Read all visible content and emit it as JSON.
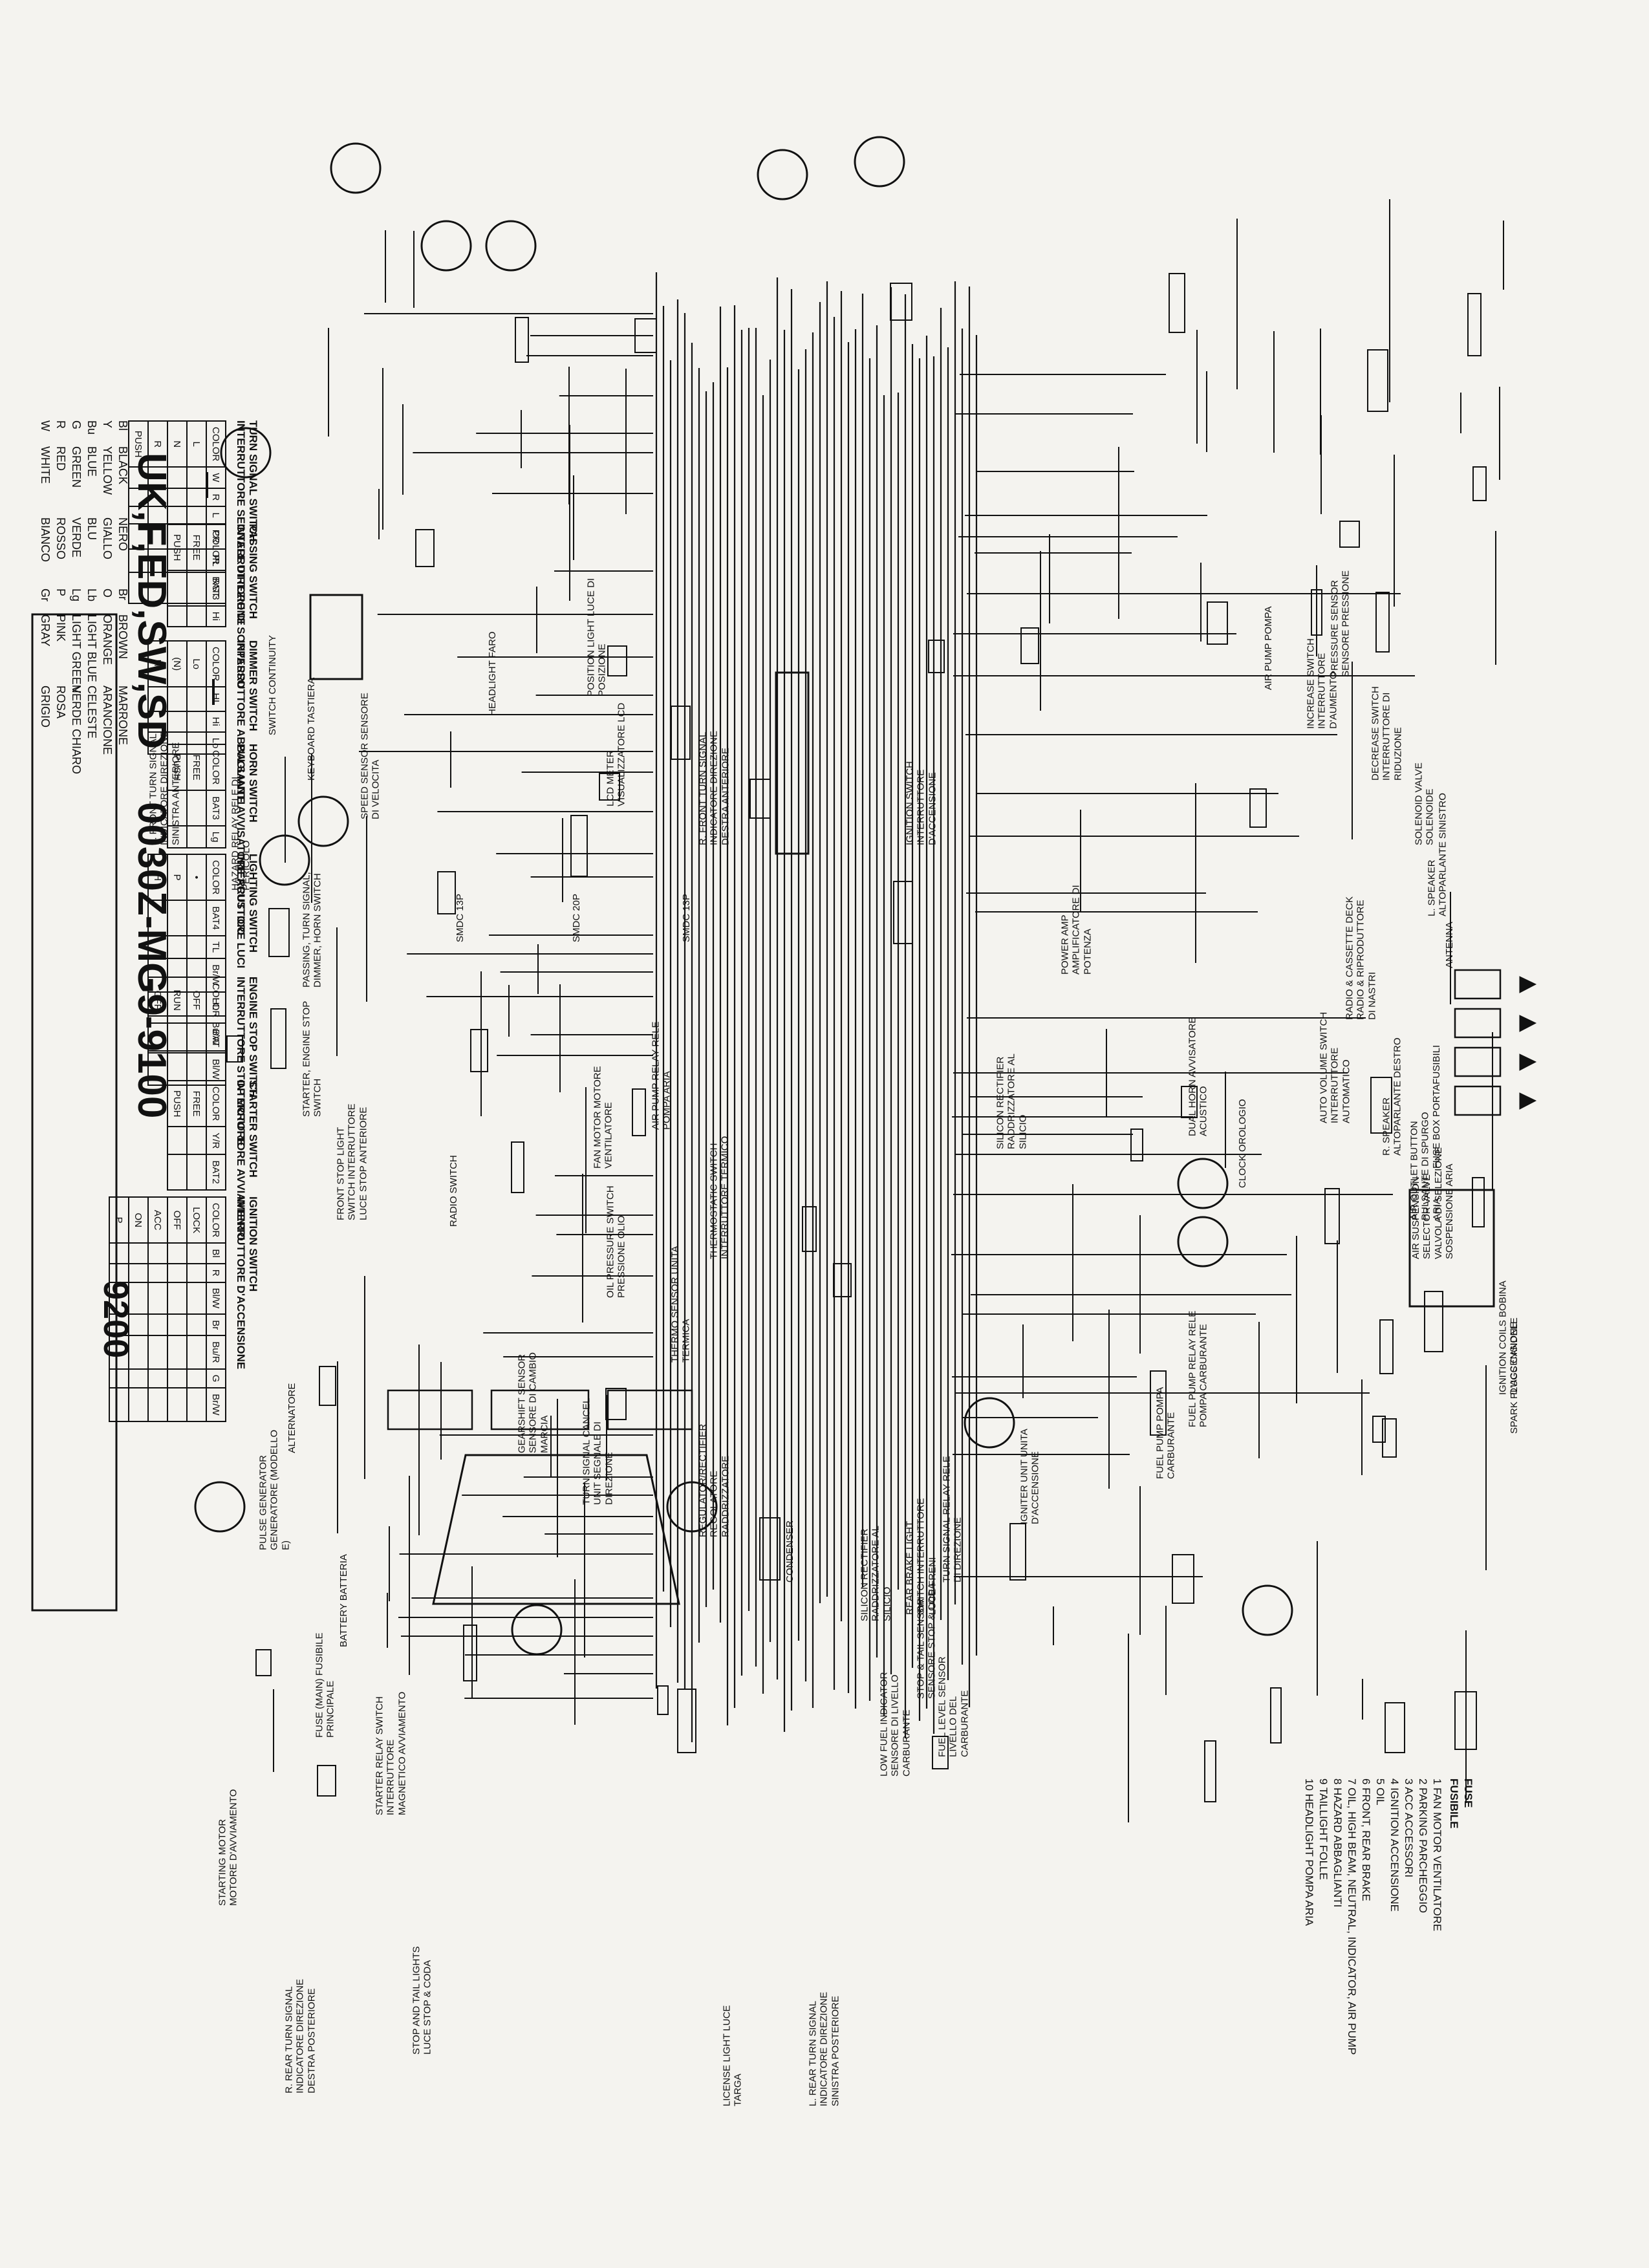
{
  "title": {
    "model": "UK,F,ED,SW,SD",
    "code": "0030Z-MG9-9100",
    "code2": "9200"
  },
  "color_legend": [
    {
      "code": "Bl",
      "en": "BLACK",
      "it": "NERO"
    },
    {
      "code": "Y",
      "en": "YELLOW",
      "it": "GIALLO"
    },
    {
      "code": "Bu",
      "en": "BLUE",
      "it": "BLU"
    },
    {
      "code": "G",
      "en": "GREEN",
      "it": "VERDE"
    },
    {
      "code": "R",
      "en": "RED",
      "it": "ROSSO"
    },
    {
      "code": "W",
      "en": "WHITE",
      "it": "BIANCO"
    },
    {
      "code": "Br",
      "en": "BROWN",
      "it": "MARRONE"
    },
    {
      "code": "O",
      "en": "ORANGE",
      "it": "ARANCIONE"
    },
    {
      "code": "Lb",
      "en": "LIGHT BLUE",
      "it": "CELESTE"
    },
    {
      "code": "Lg",
      "en": "LIGHT GREEN",
      "it": "VERDE CHIARO"
    },
    {
      "code": "P",
      "en": "PINK",
      "it": "ROSA"
    },
    {
      "code": "Gr",
      "en": "GRAY",
      "it": "GRIGIO"
    }
  ],
  "fuses": {
    "header_en": "FUSE",
    "header_it": "FUSIBILE",
    "items": [
      "1 FAN MOTOR  VENTILATORE",
      "2 PARKING  PARCHEGGIO",
      "3 ACC  ACCESSORI",
      "4 IGNITION  ACCENSIONE",
      "5 OIL",
      "6 FRONT, REAR BRAKE",
      "7 OIL, HIGH BEAM, NEUTRAL, INDICATOR, AIR PUMP",
      "8 HAZARD  ABBAGLIANTI",
      "9 TAILLIGHT  FOLLE",
      "10 HEADLIGHT  POMPA ARIA"
    ]
  },
  "switch_tables": [
    {
      "title_en": "IGNITION SWITCH",
      "title_it": "INTERRUTTORE D'ACCENSIONE",
      "rows": [
        [
          "COLOR",
          "Bl",
          "R",
          "Bl/W",
          "Br",
          "Bu/R",
          "G",
          "Br/W"
        ],
        [
          "LOCK",
          "",
          "",
          "",
          "",
          "",
          "",
          ""
        ],
        [
          "OFF",
          "",
          "",
          "",
          "",
          "",
          "",
          ""
        ],
        [
          "ACC",
          "",
          "",
          "",
          "",
          "",
          "",
          ""
        ],
        [
          "ON",
          "",
          "",
          "",
          "",
          "",
          "",
          ""
        ],
        [
          "P",
          "",
          "",
          "",
          "",
          "",
          "",
          ""
        ]
      ]
    },
    {
      "title_en": "STARTER SWITCH",
      "title_it": "INTERRUTTORE AVVIAMENTO",
      "rows": [
        [
          "COLOR",
          "Y/R",
          "BAT2"
        ],
        [
          "FREE",
          "",
          ""
        ],
        [
          "PUSH",
          "",
          ""
        ]
      ]
    },
    {
      "title_en": "ENGINE STOP SWITCH",
      "title_it": "INTERRUTTORE STOP MOTORE",
      "rows": [
        [
          "COLOR",
          "BAT",
          "Bl/W"
        ],
        [
          "OFF",
          "",
          ""
        ],
        [
          "RUN",
          "",
          ""
        ],
        [
          "OFF",
          "",
          ""
        ]
      ]
    },
    {
      "title_en": "LIGHTING SWITCH",
      "title_it": "INTERRUTTORE LUCI",
      "rows": [
        [
          "COLOR",
          "BAT4",
          "TL",
          "Br/W",
          "HL",
          "Bu/W"
        ],
        [
          "•",
          "",
          "",
          "",
          "",
          ""
        ],
        [
          "P",
          "",
          "",
          "",
          "",
          ""
        ],
        [
          "H",
          "",
          "",
          "",
          "",
          ""
        ]
      ]
    },
    {
      "title_en": "HORN SWITCH",
      "title_it": "PULSANTE AVVISATORE ACUSTICO",
      "rows": [
        [
          "COLOR",
          "BAT3",
          "Lg"
        ],
        [
          "FREE",
          "",
          ""
        ],
        [
          "PUSH",
          "",
          ""
        ]
      ]
    },
    {
      "title_en": "DIMMER SWITCH",
      "title_it": "INTERRUTTORE ABBAGLIANTI",
      "rows": [
        [
          "COLOR",
          "HL",
          "Hi",
          "Lo"
        ],
        [
          "Lo",
          "",
          "",
          ""
        ],
        [
          "(N)",
          "",
          "",
          ""
        ],
        [
          "Hi",
          "",
          "",
          ""
        ]
      ]
    },
    {
      "title_en": "PASSING SWITCH",
      "title_it": "INTERRUTTORE DI SORPASSO",
      "rows": [
        [
          "COLOR",
          "BAT3",
          "Hi"
        ],
        [
          "FREE",
          "",
          ""
        ],
        [
          "PUSH",
          "",
          ""
        ]
      ]
    },
    {
      "title_en": "TURN SIGNAL SWITCH",
      "title_it": "INTERRUTTORE SEGNALE DIREZIONE",
      "rows": [
        [
          "COLOR",
          "W",
          "R",
          "L",
          "PR",
          "PL",
          "RST"
        ],
        [
          "L",
          "",
          "",
          "",
          "",
          "",
          ""
        ],
        [
          "N",
          "",
          "",
          "",
          "",
          "",
          ""
        ],
        [
          "R",
          "",
          "",
          "",
          "",
          "",
          ""
        ],
        [
          "PUSH",
          "",
          "",
          "",
          "",
          "",
          ""
        ]
      ]
    }
  ],
  "components": {
    "lcd_meter": "LCD METER  VISUALIZZATORE LCD",
    "smdc13p_a": "SMDC 13P",
    "smdc20p": "SMDC 20P",
    "smdc13p_b": "SMDC 13P",
    "front_turn_l": "L. FRONT TURN SIGNAL  INDICATORE DIREZIONE SINISTRA ANTERIORE",
    "front_turn_r": "R. FRONT TURN SIGNAL  INDICATORE DIREZIONE DESTRA ANTERIORE",
    "headlight": "HEADLIGHT  FARO",
    "position_light": "POSITION LIGHT  LUCE DI POSIZIONE",
    "keyboard": "KEYBOARD  TASTIERA",
    "speed_sensor": "SPEED SENSOR  SENSORE DI VELOCITA",
    "switch_continuity": "SWITCH CONTINUITY",
    "hazard_relay": "HAZARD RELAY  RELE DI PERICOLO",
    "passing_relay": "PASSING, TURN SIGNAL, DIMMER, HORN SWITCH",
    "starter_engine_stop": "STARTER, ENGINE STOP SWITCH",
    "front_stop_switch": "FRONT STOP LIGHT SWITCH  INTERRUTTORE LUCE STOP ANTERIORE",
    "radio_switch": "RADIO SWITCH",
    "air_pump": "AIR PUMP  POMPA",
    "increase_switch": "INCREASE SWITCH  INTERRUTTORE D'AUMENTO",
    "pressure_sensor": "PRESSURE SENSOR  SENSORE PRESSIONE",
    "decrease_switch": "DECREASE SWITCH  INTERRUTTORE DI RIDUZIONE",
    "solenoid_valve": "SOLENOID VALVE  SOLENOIDE",
    "l_speaker": "L. SPEAKER  ALTOPARLANTE SINISTRO",
    "r_speaker": "R. SPEAKER  ALTOPARLANTE DESTRO",
    "antenna": "ANTENNA",
    "power_amp": "POWER AMP  AMPLIFICATORE DI POTENZA",
    "cassette_deck": "RADIO & CASSETTE DECK  RADIO & RIPRODUTTORE DI NASTRI",
    "auto_volume": "AUTO VOLUME SWITCH  INTERRUTTORE AUTOMATICO",
    "clock": "CLOCK  OROLOGIO",
    "air_outlet": "AIR OUTLET BUTTON  PULSANTE DI SPURGO ARIA",
    "air_suspension": "AIR SUSPENSION SELECTOR VALVE  VALVOLA DI SELEZIONE SOSPENSIONE ARIA",
    "ignition_switch": "IGNITION SWITCH  INTERRUTTORE D'ACCENSIONE",
    "silicon_rectifier_a": "SILICON RECTIFIER  RADDRIZZATORE AL SILICIO",
    "dual_horn": "DUAL HORN  AVVISATORE ACUSTICO",
    "fuse_box": "FUSE BOX  PORTAFUSIBILI",
    "fan_motor": "FAN MOTOR  MOTORE VENTILATORE",
    "air_pump_relay": "AIR PUMP RELAY  RELE POMPA ARIA",
    "thermostatic_switch": "THERMOSTATIC SWITCH  INTERRUTTORE TERMICO",
    "oil_pressure": "OIL PRESSURE SWITCH  PRESSIONE OLIO",
    "thermo_sensor": "THERMO SENSOR  UNITA TERMICA",
    "gearshift_sensor": "GEARSHIFT SENSOR  SENSORE DI CAMBIO MARCIA",
    "turn_signal_cancel": "TURN SIGNAL CANCEL UNIT  SEGNALE DI DIREZIONE",
    "regulator": "REGULATOR/RECTIFIER  REGOLATORE RADDRIZZATORE",
    "alternator": "ALTERNATORE",
    "condenser": "CONDENSER",
    "turn_signal_relay": "TURN SIGNAL RELAY  RELE DI DIREZIONE",
    "igniter_unit": "IGNITER UNIT  UNITA D'ACCENSIONE",
    "fuel_pump": "FUEL PUMP  POMPA CARBURANTE",
    "fuel_pump_relay": "FUEL PUMP RELAY  RELE POMPA CARBURANTE",
    "ignition_coils": "IGNITION COILS  BOBINA D'ACCENSIONE",
    "spark_plugs": "SPARK PLUGS  CANDELE",
    "pulse_generator": "PULSE GENERATOR  GENERATORE (MODELLO E)",
    "battery": "BATTERY  BATTERIA",
    "main_fuse": "FUSE (MAIN)  FUSIBILE PRINCIPALE",
    "starter_relay": "STARTER RELAY SWITCH  INTERRUTTORE MAGNETICO AVVIAMENTO",
    "starting_motor": "STARTING MOTOR  MOTORE D'AVVIAMENTO",
    "silicon_rectifier_b": "SILICON RECTIFIER  RADDRIZZATORE AL SILICIO",
    "rear_brake_switch": "REAR BRAKE LIGHT SWITCH  INTERRUTTORE LUCE FRENI",
    "stop_tail_sensor": "STOP & TAIL SENSOR  SENSORE STOP & CODA",
    "low_fuel": "LOW FUEL INDICATOR  SENSORE DI LIVELLO CARBURANTE",
    "fuel_level_sensor": "FUEL LEVEL SENSOR  LIVELLO DEL CARBURANTE",
    "stop_tail_lights": "STOP AND TAIL LIGHTS  LUCE STOP & CODA",
    "rear_turn_r": "R. REAR TURN SIGNAL  INDICATORE DIREZIONE DESTRA POSTERIORE",
    "license_light": "LICENSE LIGHT  LUCE TARGA",
    "rear_turn_l": "L. REAR TURN SIGNAL  INDICATORE DIREZIONE SINISTRA POSTERIORE"
  },
  "colors": {
    "ink": "#111111",
    "paper": "#f4f3ef"
  }
}
